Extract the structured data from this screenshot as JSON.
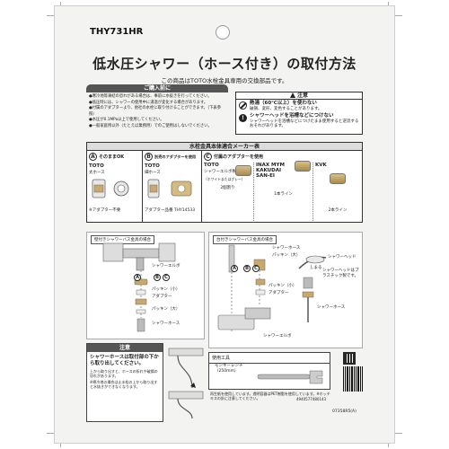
{
  "model": "THY731HR",
  "title": "低水圧シャワー（ホース付き）の取付方法",
  "subtitle": "この商品はTOTO水栓金具専用の交換部品です。",
  "notes": {
    "heading": "ご購入前に",
    "items": [
      "●寒冷地等凍結の恐れがある場合は、事前に水抜きを行ってください。",
      "●低圧時には、シャワーの使用中に湯温が変化する場合があります。",
      "●付属のアダプターより、他社の水栓に取り付けることができます。（下表参照）",
      "●水圧が0.1MPa以上で使用してください。",
      "●一般家庭用以外（たとえば業務用）でのご使用はしないでください。"
    ]
  },
  "caution": {
    "heading": "注意",
    "row1_title": "熱湯（60℃以上）を使わない",
    "row1_text": "破損、変形、変色することがあります。",
    "row2_title": "シャワーヘッドを浴槽などにつけない",
    "row2_text": "シャワーヘッドを浴槽などにつけたまま使用すると逆流するおそれがあります。"
  },
  "maker": {
    "heading": "水栓金具本体適合メーカー表",
    "col_a": {
      "letter": "A",
      "title": "そのままOK",
      "brand": "TOTO",
      "text": "太ホース",
      "note": "※アダプター不要"
    },
    "col_b": {
      "letter": "B",
      "title": "別売のアダプターを使用",
      "brand": "TOTO",
      "text": "細ホース",
      "note": "アダプター品番 THY14533"
    },
    "col_c": {
      "letter": "C",
      "title": "付属のアダプターを使用",
      "c1_brand": "TOTO",
      "c1_text": "シャワーエルボ樹脂製",
      "c1_note": "（ホワイトまたはグレー）",
      "c1_cap": "2個割り",
      "c2_brand": "INAX MYM KAKUDAI SAN-EI",
      "c2_cap": "1本ライン",
      "c3_brand": "KVK",
      "c3_cap": "2本ライン"
    }
  },
  "diagram_left": {
    "heading": "壁付きシャワーバス金具の場合",
    "labels": [
      "シャワーエルボ",
      "パッキン（小）",
      "アダプター",
      "パッキン（大）",
      "シャワーホース"
    ]
  },
  "diagram_right": {
    "heading": "台付きシャワーバス金具の場合",
    "labels": [
      "シャワーホース",
      "パッキン（大）",
      "シャワーヘッド",
      "しまる",
      "シャワーヘッドはプラスチック製です。",
      "パッキン（小）",
      "アダプター",
      "シャワーホース",
      "シャワーエルボ"
    ]
  },
  "note2": {
    "heading": "注意",
    "body": "シャワーホースは取付部の下から取り出してください。",
    "sub": "上から取り出すと、ホースの折れや破損の恐れがあります。",
    "sub2": "※寒冷地の場合は止水栓の上から取り出すと水抜きができなくなります。"
  },
  "tool": {
    "heading": "使用工具",
    "name": "モンキーレンチ",
    "size": "（250mm）"
  },
  "recycle": "再生紙を使用しています。透明容器はPET樹脂を使用しています。※ホッチキスの針に注意してください。",
  "barcode_num": "4940577480143",
  "code": "07358R5(A)"
}
